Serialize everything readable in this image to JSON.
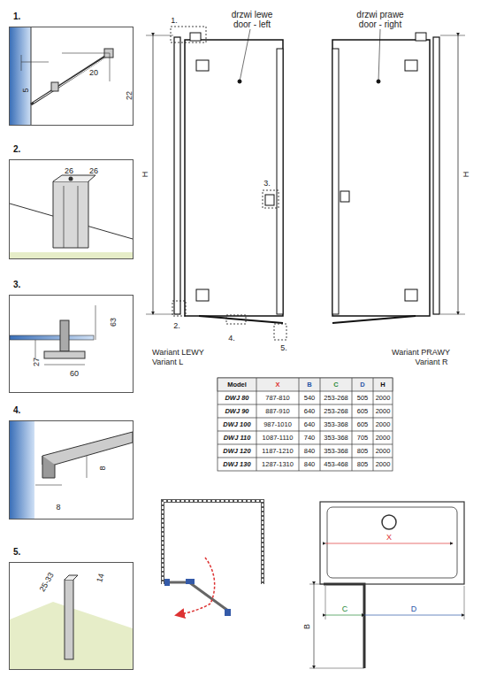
{
  "diagram": {
    "nodes": [
      {
        "text": [
          "1.",
          "20",
          "5",
          "22"
        ]
      },
      {
        "text": [
          "2.",
          "26",
          "26"
        ]
      },
      {
        "text": [
          "3.",
          "63",
          "27",
          "60"
        ]
      },
      {
        "text": [
          "4.",
          "8",
          "8"
        ]
      },
      {
        "text": [
          "5.",
          "25-33",
          "14"
        ]
      }
    ],
    "labels": [
      "drzwi lewe",
      "door - left",
      "drzwi prawe",
      "door - right",
      "1.",
      "H",
      "3.",
      "H",
      "2.",
      "4.",
      "5.",
      "Wariant LEWY",
      "Variant L",
      "Wariant PRAWY",
      "Variant R",
      "Model",
      "X",
      "B",
      "C",
      "D",
      "H",
      "DWJ 80",
      "787-810",
      "540",
      "253-268",
      "505",
      "2000",
      "DWJ 90",
      "887-910",
      "640",
      "253-268",
      "605",
      "2000",
      "DWJ 100",
      "987-1010",
      "640",
      "353-368",
      "605",
      "2000",
      "DWJ 110",
      "1087-1110",
      "740",
      "353-368",
      "705",
      "2000",
      "DWJ 120",
      "1187-1210",
      "840",
      "353-368",
      "805",
      "2000",
      "DWJ 130",
      "1287-1310",
      "840",
      "453-468",
      "805",
      "2000",
      "X",
      "C",
      "D",
      "B"
    ]
  }
}
